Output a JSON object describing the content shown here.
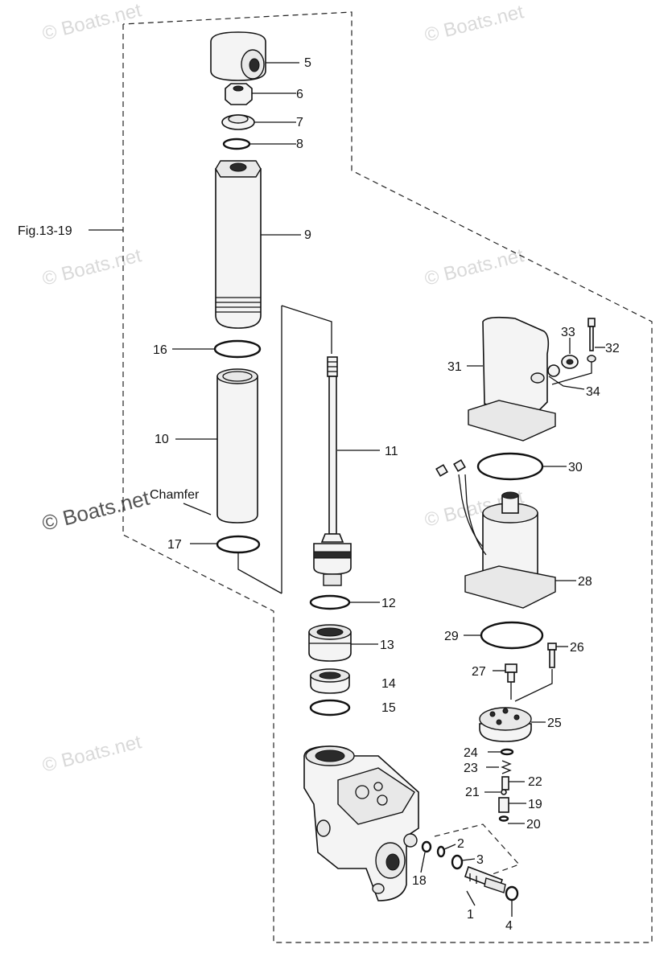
{
  "figure_ref": "Fig.13-19",
  "chamfer_note": "Chamfer",
  "watermarks": [
    "© Boats.net",
    "© Boats.net",
    "© Boats.net",
    "© Boats.net",
    "© Boats.net",
    "© Boats.net",
    "© Boats.net"
  ],
  "callouts": {
    "p1": "1",
    "p2": "2",
    "p3": "3",
    "p4": "4",
    "p5": "5",
    "p6": "6",
    "p7": "7",
    "p8": "8",
    "p9": "9",
    "p10": "10",
    "p11": "11",
    "p12": "12",
    "p13": "13",
    "p14": "14",
    "p15": "15",
    "p16": "16",
    "p17": "17",
    "p18": "18",
    "p19": "19",
    "p20": "20",
    "p21": "21",
    "p22": "22",
    "p23": "23",
    "p24": "24",
    "p25": "25",
    "p26": "26",
    "p27": "27",
    "p28": "28",
    "p29": "29",
    "p30": "30",
    "p31": "31",
    "p32": "32",
    "p33": "33",
    "p34": "34"
  }
}
